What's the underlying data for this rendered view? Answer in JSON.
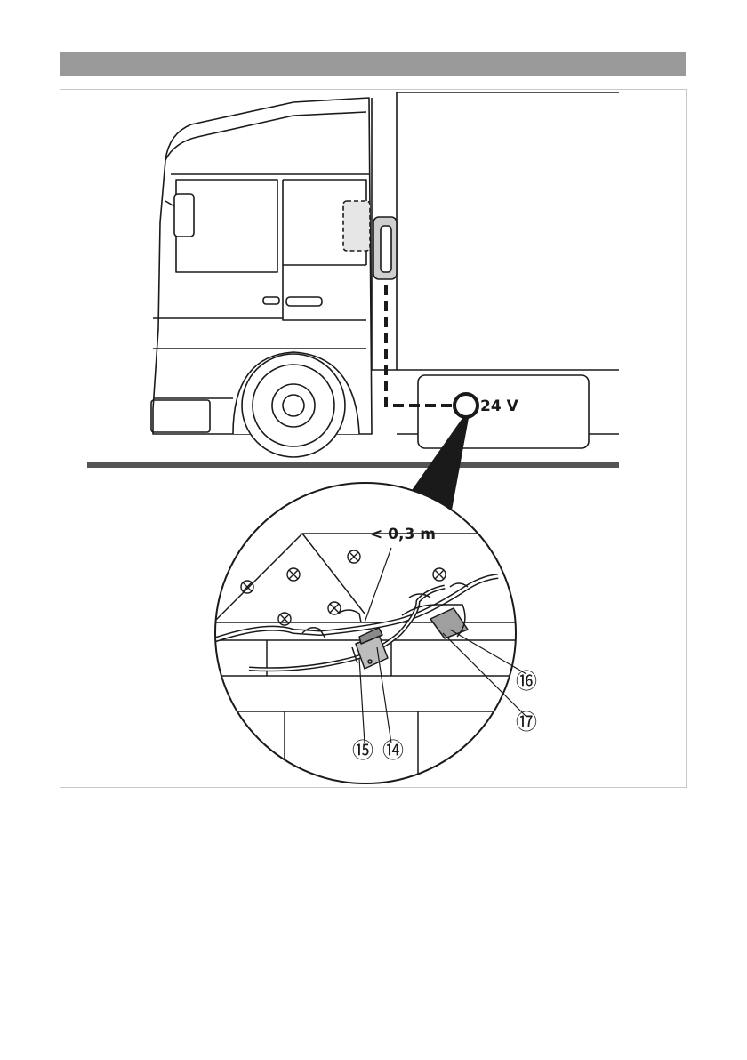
{
  "figure": {
    "voltage_label": "24 V",
    "distance_label": "< 0,3 m",
    "callouts": [
      {
        "id": "14",
        "glyph": "⑭"
      },
      {
        "id": "15",
        "glyph": "⑮"
      },
      {
        "id": "16",
        "glyph": "⑯"
      },
      {
        "id": "17",
        "glyph": "⑰"
      }
    ]
  },
  "colors": {
    "header_bar": "#9a9a9a",
    "ground_line": "#555555",
    "line_art": "#1a1a1a",
    "fill_gray": "#d6d6d6"
  }
}
